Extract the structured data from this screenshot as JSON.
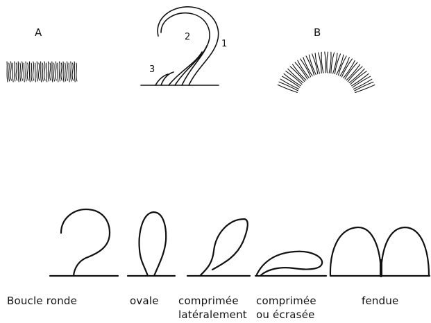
{
  "figure_top": {
    "label_a": "A",
    "label_b": "B",
    "number_1": "1",
    "number_2": "2",
    "number_3": "3"
  },
  "figure_bottom": {
    "captions": [
      "Boucle ronde",
      "ovale",
      "comprimée",
      "latéralement",
      "comprimée",
      "ou écrasée",
      "fendue"
    ]
  },
  "colors": {
    "ink": "#111111",
    "paper": "#ffffff"
  }
}
